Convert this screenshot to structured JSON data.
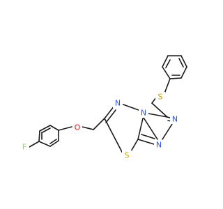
{
  "molecule": {
    "colors": {
      "bond": "#1a1a1a",
      "F": "#90e050",
      "O": "#ff0d0d",
      "N": "#3050f8",
      "S": "#c8a000"
    },
    "atoms": {
      "F1": "F",
      "O1": "O",
      "N1": "N",
      "N2": "N",
      "N3": "N",
      "N4": "N",
      "S1": "S",
      "S2": "S"
    }
  }
}
